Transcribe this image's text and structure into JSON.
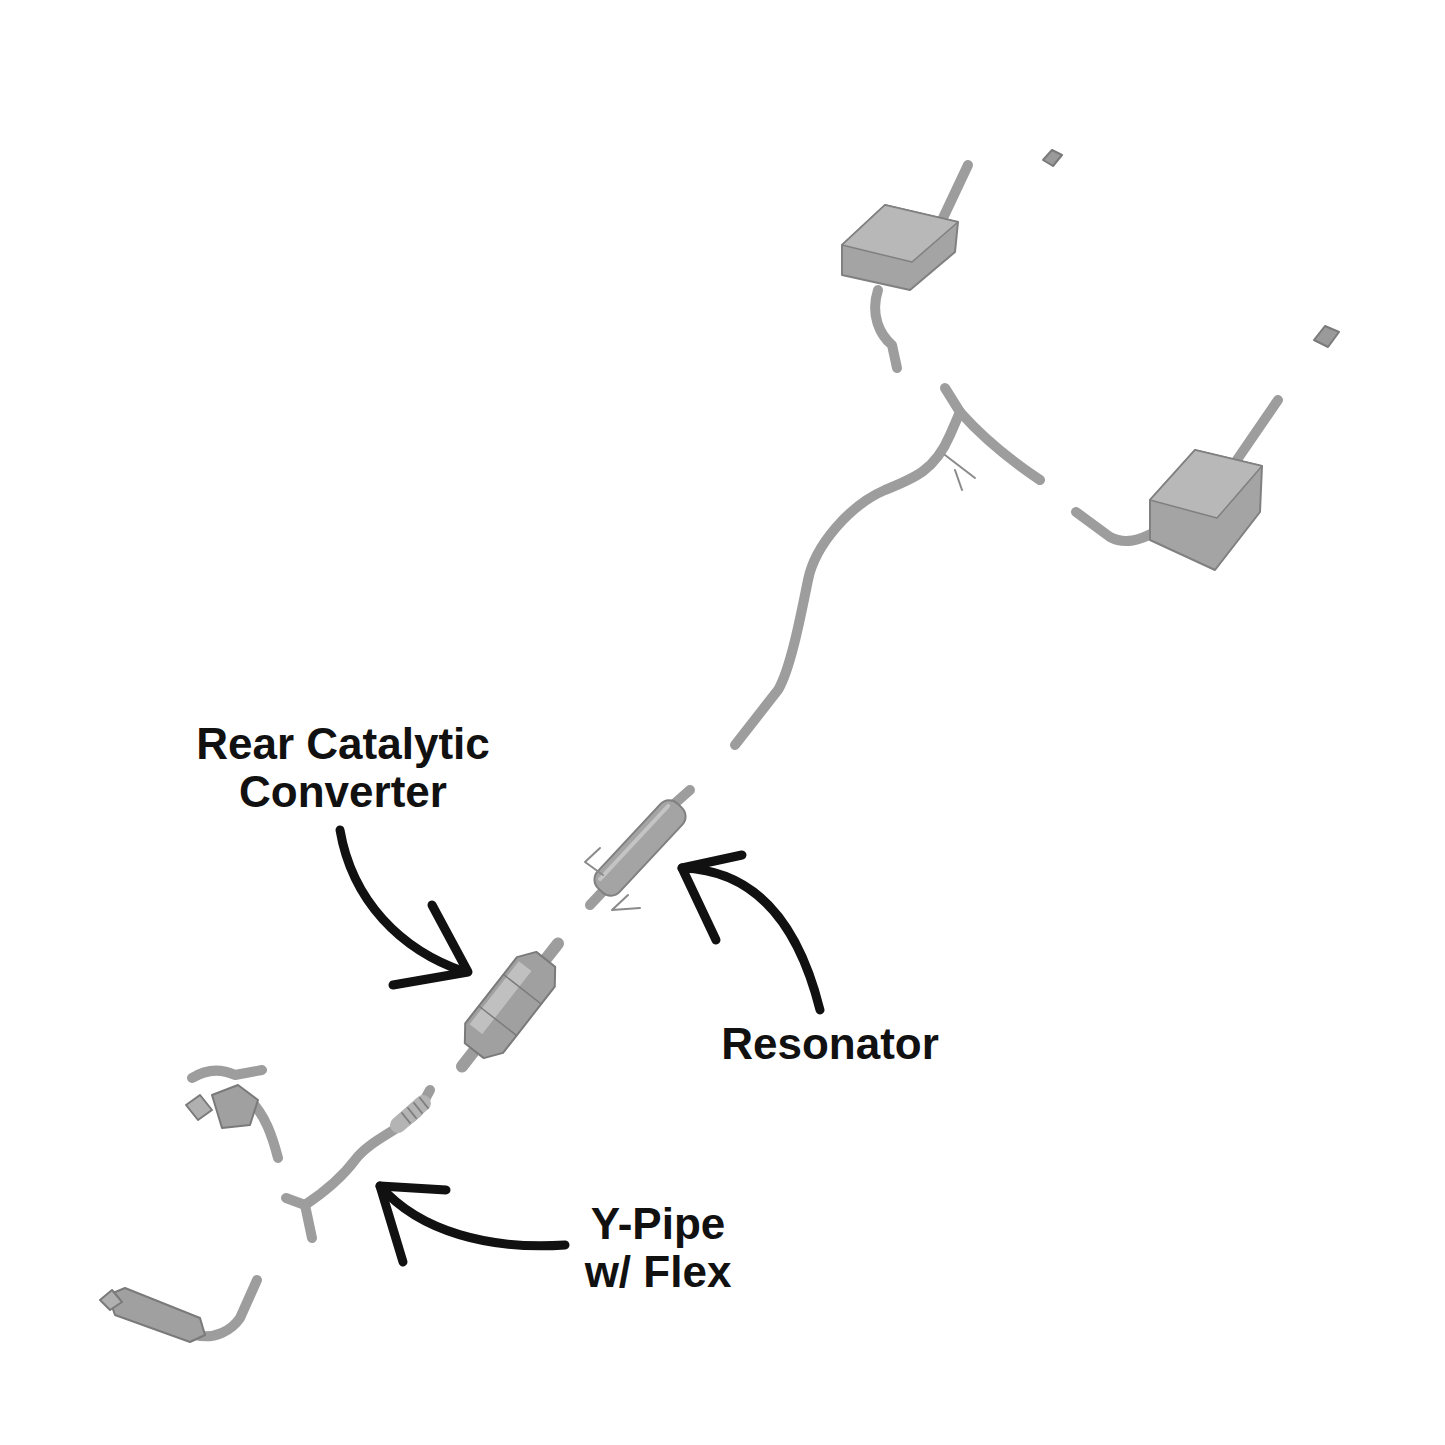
{
  "diagram": {
    "labels": [
      "Rear Catalytic Converter",
      "Resonator",
      "Y-Pipe w/ Flex"
    ]
  }
}
